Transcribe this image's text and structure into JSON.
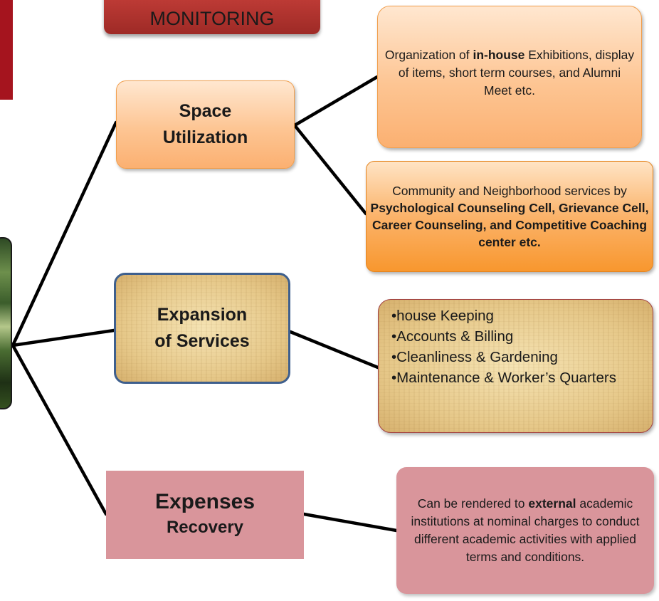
{
  "top_banner": {
    "text": "MONITORING"
  },
  "nodes": {
    "space_utilization": {
      "line1": "Space",
      "line2": "Utilization"
    },
    "expansion_of_services": {
      "line1": "Expansion",
      "line2": "of Services"
    },
    "expenses_recovery": {
      "line1": "Expenses",
      "line2": "Recovery"
    }
  },
  "details": {
    "inhouse": {
      "prefix": "Organization of ",
      "bold": "in-house",
      "suffix": " Exhibitions, display of items, short term courses,  and Alumni Meet etc."
    },
    "community": {
      "prefix": "Community and Neighborhood services by  ",
      "bold": "Psychological Counseling Cell, Grievance Cell, Career Counseling, and Competitive Coaching  center etc."
    },
    "services": {
      "items": [
        "•house Keeping",
        "•Accounts & Billing",
        "•Cleanliness & Gardening",
        "•Maintenance & Worker’s Quarters"
      ]
    },
    "external": {
      "prefix": "Can be rendered to ",
      "bold": "external",
      "suffix": " academic institutions at nominal charges  to conduct different academic activities with applied terms and conditions."
    }
  },
  "colors": {
    "banner_red": "#b7332f",
    "orange": "#fbb071",
    "orange_strong": "#f8972e",
    "parchment": "#e6c889",
    "blue_border": "#3e5f8d",
    "pink": "#d9959b",
    "connector": "#000000"
  }
}
